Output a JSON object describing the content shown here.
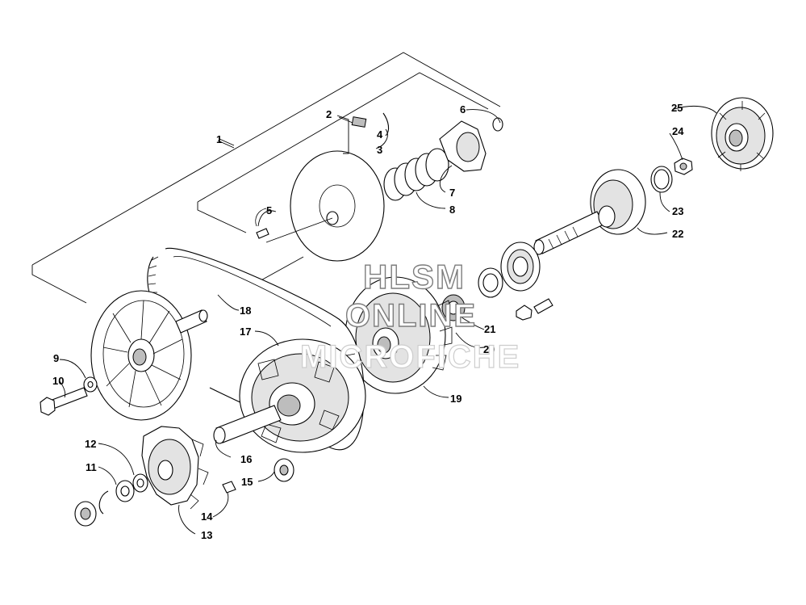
{
  "diagram": {
    "callouts": [
      "1",
      "2",
      "3",
      "4",
      "5",
      "6",
      "7",
      "8",
      "9",
      "10",
      "11",
      "12",
      "13",
      "14",
      "15",
      "16",
      "17",
      "18",
      "19",
      "20",
      "21",
      "22",
      "23",
      "24",
      "25"
    ],
    "watermark": {
      "line1": "HLSM",
      "line2": "ONLINE",
      "line3": "MICROFICHE"
    }
  }
}
